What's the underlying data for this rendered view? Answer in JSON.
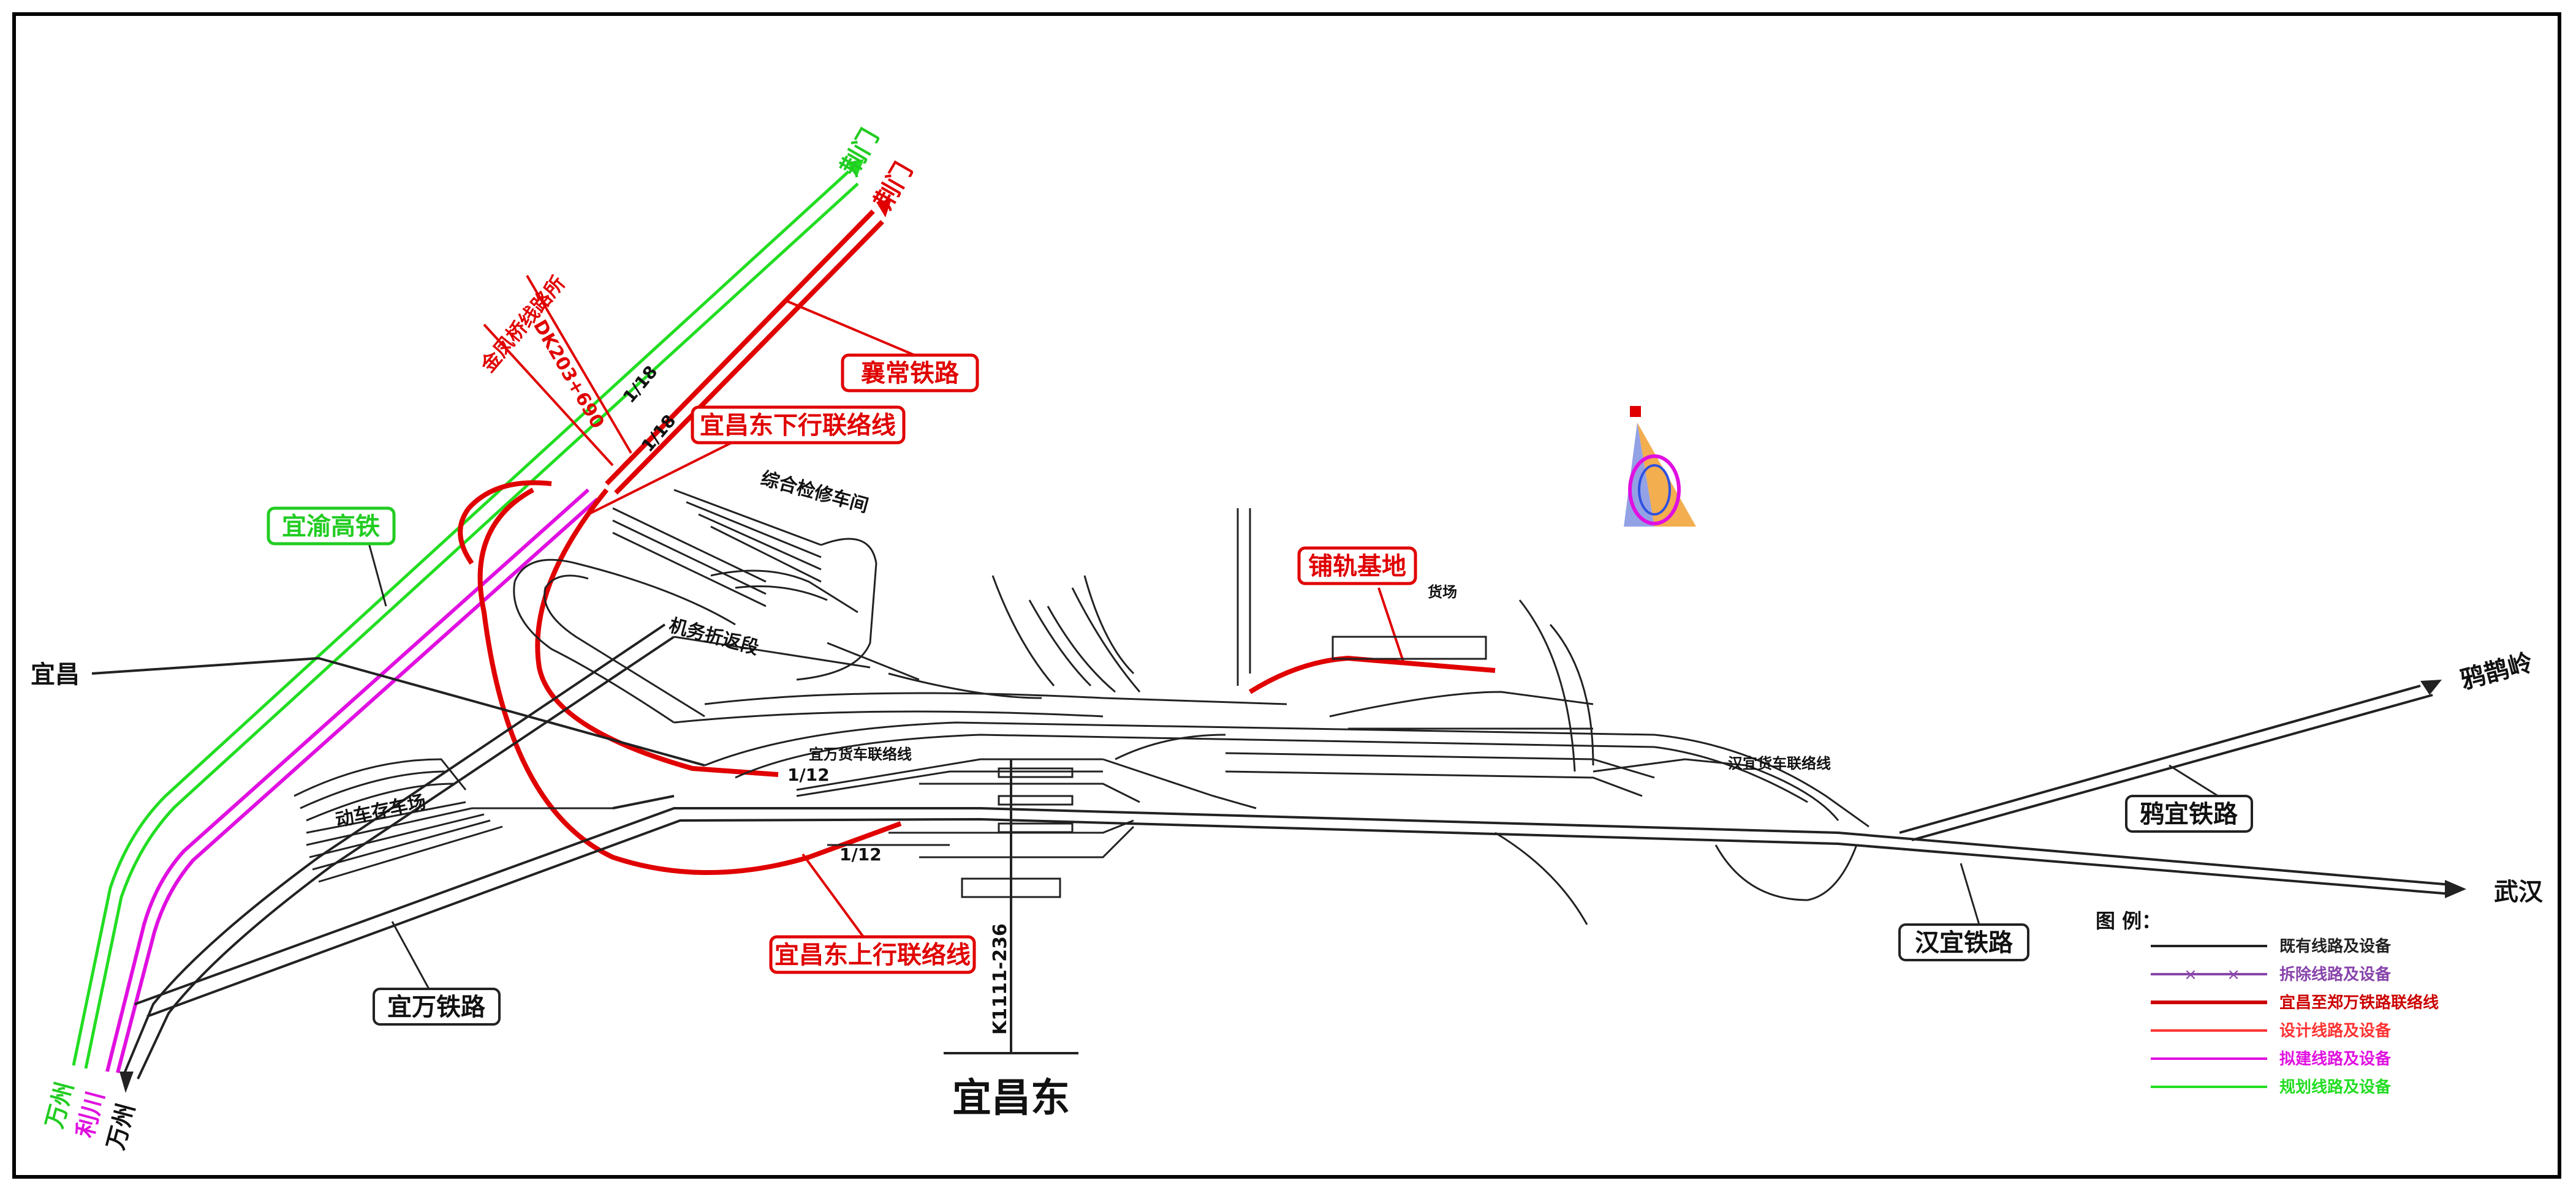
{
  "title": "宜昌东",
  "mileage": "K1111-236",
  "places": {
    "yichang": "宜昌",
    "wuhan": "武汉",
    "yaqueling": "鸦鹊岭",
    "jingmen_green": "荆门",
    "jingmen_red": "荆门",
    "wanzhou_green": "万州",
    "wanzhou_mag": "利川",
    "wanzhou_black": "万州"
  },
  "labels": {
    "xiangchang": "襄常铁路",
    "xiadown": "宜昌东下行联络线",
    "yiyu": "宜渝高铁",
    "pugui": "铺轨基地",
    "yaoyi": "鸦宜铁路",
    "hanyi": "汉宜铁路",
    "yiwan": "宜万铁路",
    "upline": "宜昌东上行联络线",
    "depot": "综合检修车间",
    "jiwu": "机务折返段",
    "dongche": "动车存车场",
    "huochang": "货场",
    "yiwan_freight": "宜万货车联络线",
    "hanyi_freight": "汉宜货车联络线",
    "substation": "金凤桥线路所",
    "dk": "DK203+690",
    "ratio1": "1/18",
    "ratio2": "1/18",
    "ratio3": "1/12",
    "ratio4": "1/12"
  },
  "legend": {
    "title": "图 例：",
    "items": [
      {
        "label": "既有线路及设备",
        "color": "#222222"
      },
      {
        "label": "拆除线路及设备",
        "color": "#8844aa"
      },
      {
        "label": "宜昌至郑万铁路联络线",
        "color": "#cc0000"
      },
      {
        "label": "设计线路及设备",
        "color": "#ff3333"
      },
      {
        "label": "拟建线路及设备",
        "color": "#e010e0"
      },
      {
        "label": "规划线路及设备",
        "color": "#22dd22"
      }
    ]
  },
  "colors": {
    "existing": "#222222",
    "link": "#e00000",
    "planned": "#22dd22",
    "proposed": "#e010e0"
  }
}
